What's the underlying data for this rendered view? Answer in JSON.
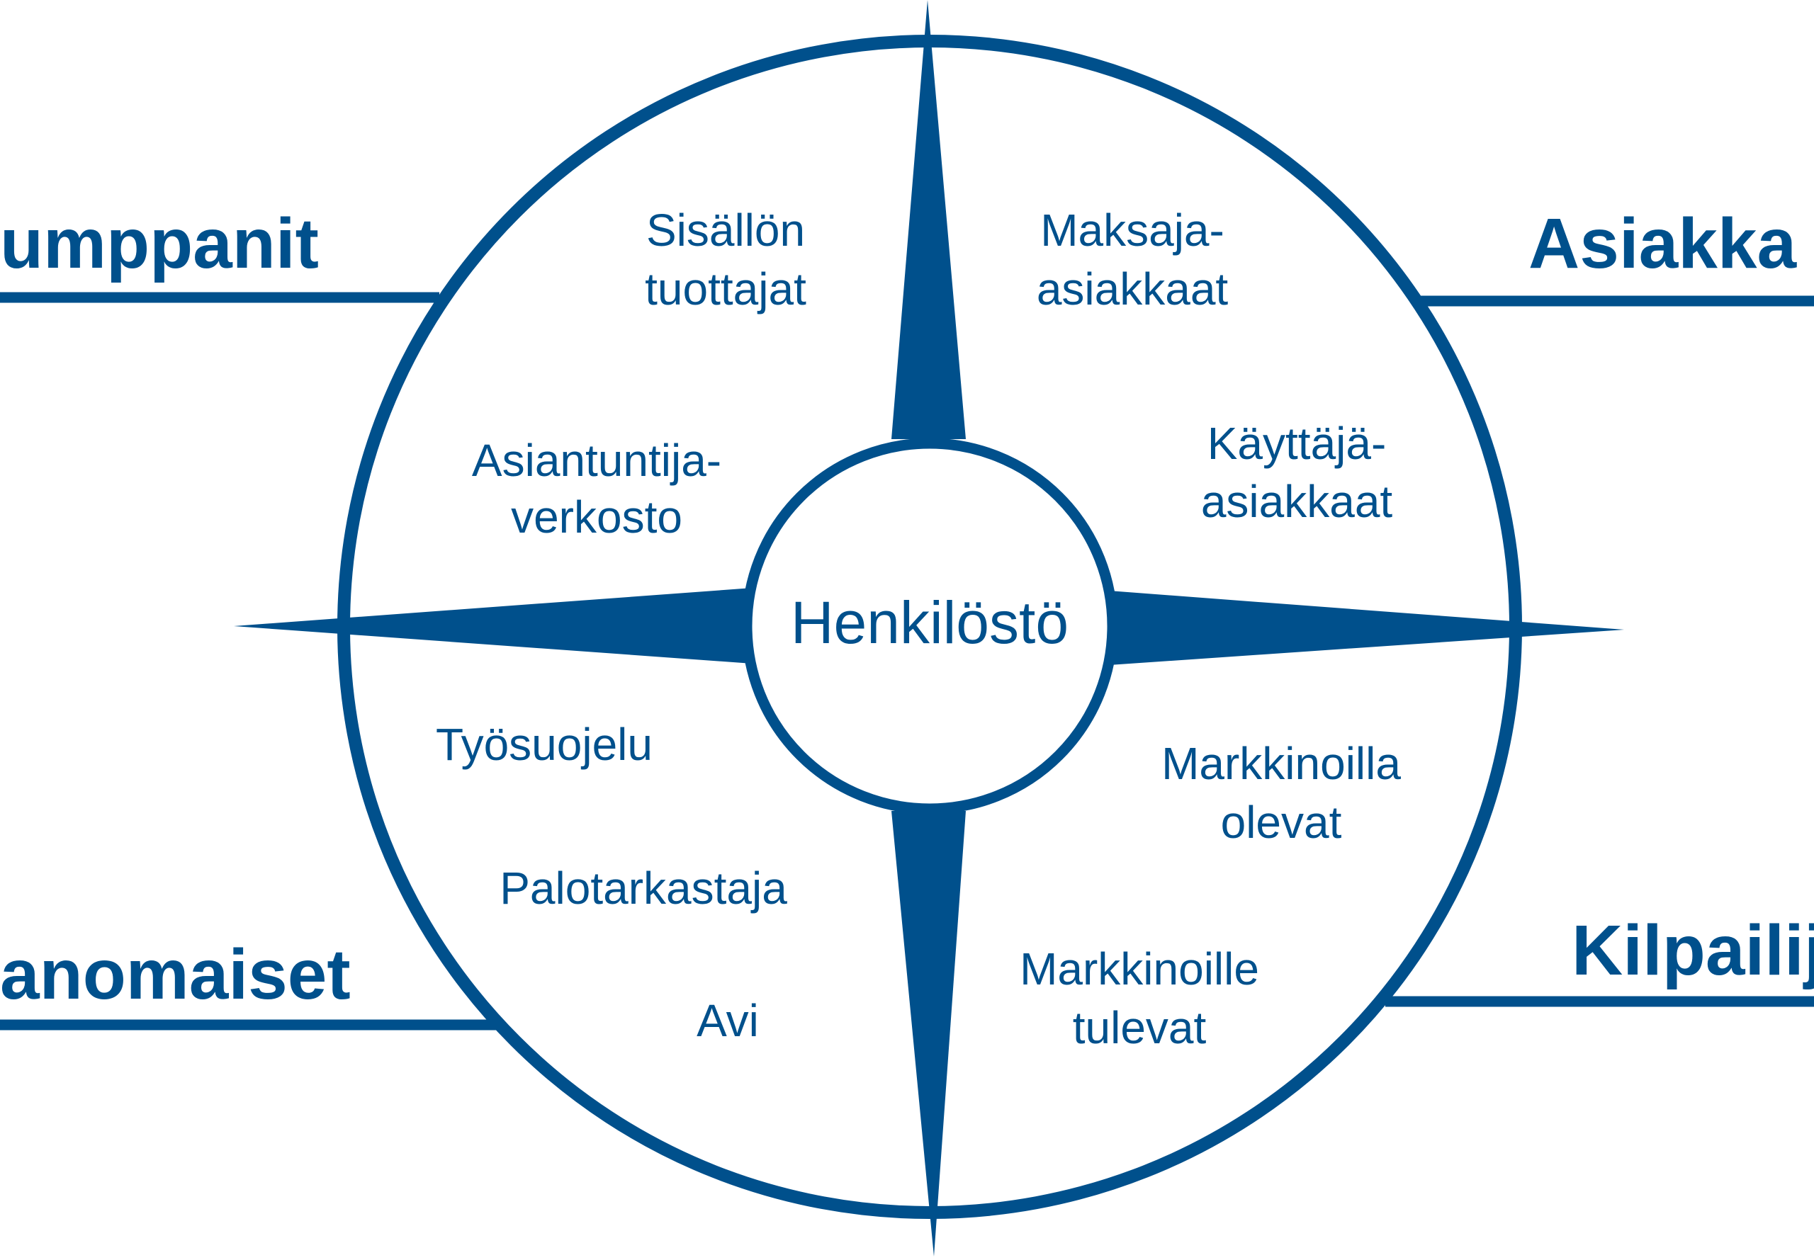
{
  "colors": {
    "primary": "#00508c",
    "background": "#ffffff"
  },
  "center_label": "Henkilöstö",
  "corners": {
    "top_left": "umppanit",
    "top_right": "Asiakka",
    "bottom_left": "anomaiset",
    "bottom_right": "Kilpailij"
  },
  "segments": {
    "sisallon": [
      "Sisällön",
      "tuottajat"
    ],
    "maksaja": [
      "Maksaja-",
      "asiakkaat"
    ],
    "asiantuntija": [
      "Asiantuntija-",
      "verkosto"
    ],
    "kayttaja": [
      "Käyttäjä-",
      "asiakkaat"
    ],
    "tyosuojelu": [
      "Työsuojelu"
    ],
    "palotarkastaja": [
      "Palotarkastaja"
    ],
    "avi": [
      "Avi"
    ],
    "markkinoilla": [
      "Markkinoilla",
      "olevat"
    ],
    "markkinoille": [
      "Markkinoille",
      "tulevat"
    ]
  }
}
